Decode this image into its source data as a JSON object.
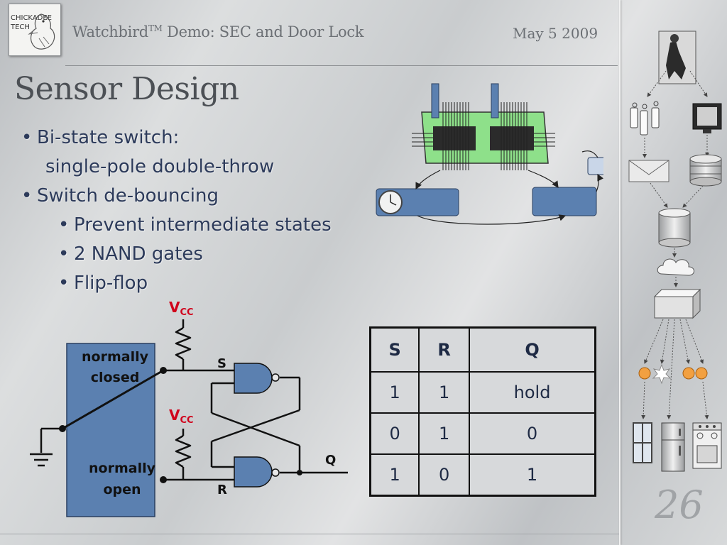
{
  "header": {
    "logo_line1": "CHICKADEE",
    "logo_line2": "TECH",
    "title_main": "Watchbird",
    "title_sup": "TM",
    "title_rest": " Demo: SEC and Door Lock",
    "date": "May 5 2009"
  },
  "slide": {
    "title": "Sensor Design",
    "page_number": "26"
  },
  "bullets": [
    {
      "level": 1,
      "bullet": "•",
      "text": "Bi-state switch:"
    },
    {
      "level": 0,
      "bullet": "",
      "text": "single-pole double-throw"
    },
    {
      "level": 1,
      "bullet": "•",
      "text": "Switch de-bouncing"
    },
    {
      "level": 2,
      "bullet": "•",
      "text": "Prevent intermediate states"
    },
    {
      "level": 2,
      "bullet": "•",
      "text": "2 NAND gates"
    },
    {
      "level": 2,
      "bullet": "•",
      "text": "Flip-flop"
    }
  ],
  "circuit": {
    "vcc_top_v": "V",
    "vcc_top_sub": "CC",
    "vcc_mid_v": "V",
    "vcc_mid_sub": "CC",
    "normally_closed_1": "normally",
    "normally_closed_2": "closed",
    "normally_open_1": "normally",
    "normally_open_2": "open",
    "label_s": "S",
    "label_r": "R",
    "label_q": "Q"
  },
  "truth_table": {
    "headers": [
      "S",
      "R",
      "Q"
    ],
    "rows": [
      [
        "1",
        "1",
        "hold"
      ],
      [
        "0",
        "1",
        "0"
      ],
      [
        "1",
        "0",
        "1"
      ]
    ]
  },
  "colors": {
    "vcc_red": "#d0021b",
    "switch_blue": "#5b80b0",
    "gate_blue": "#5b80b0",
    "board_green": "#8ee08a",
    "text_navy": "#2c3a5a"
  }
}
